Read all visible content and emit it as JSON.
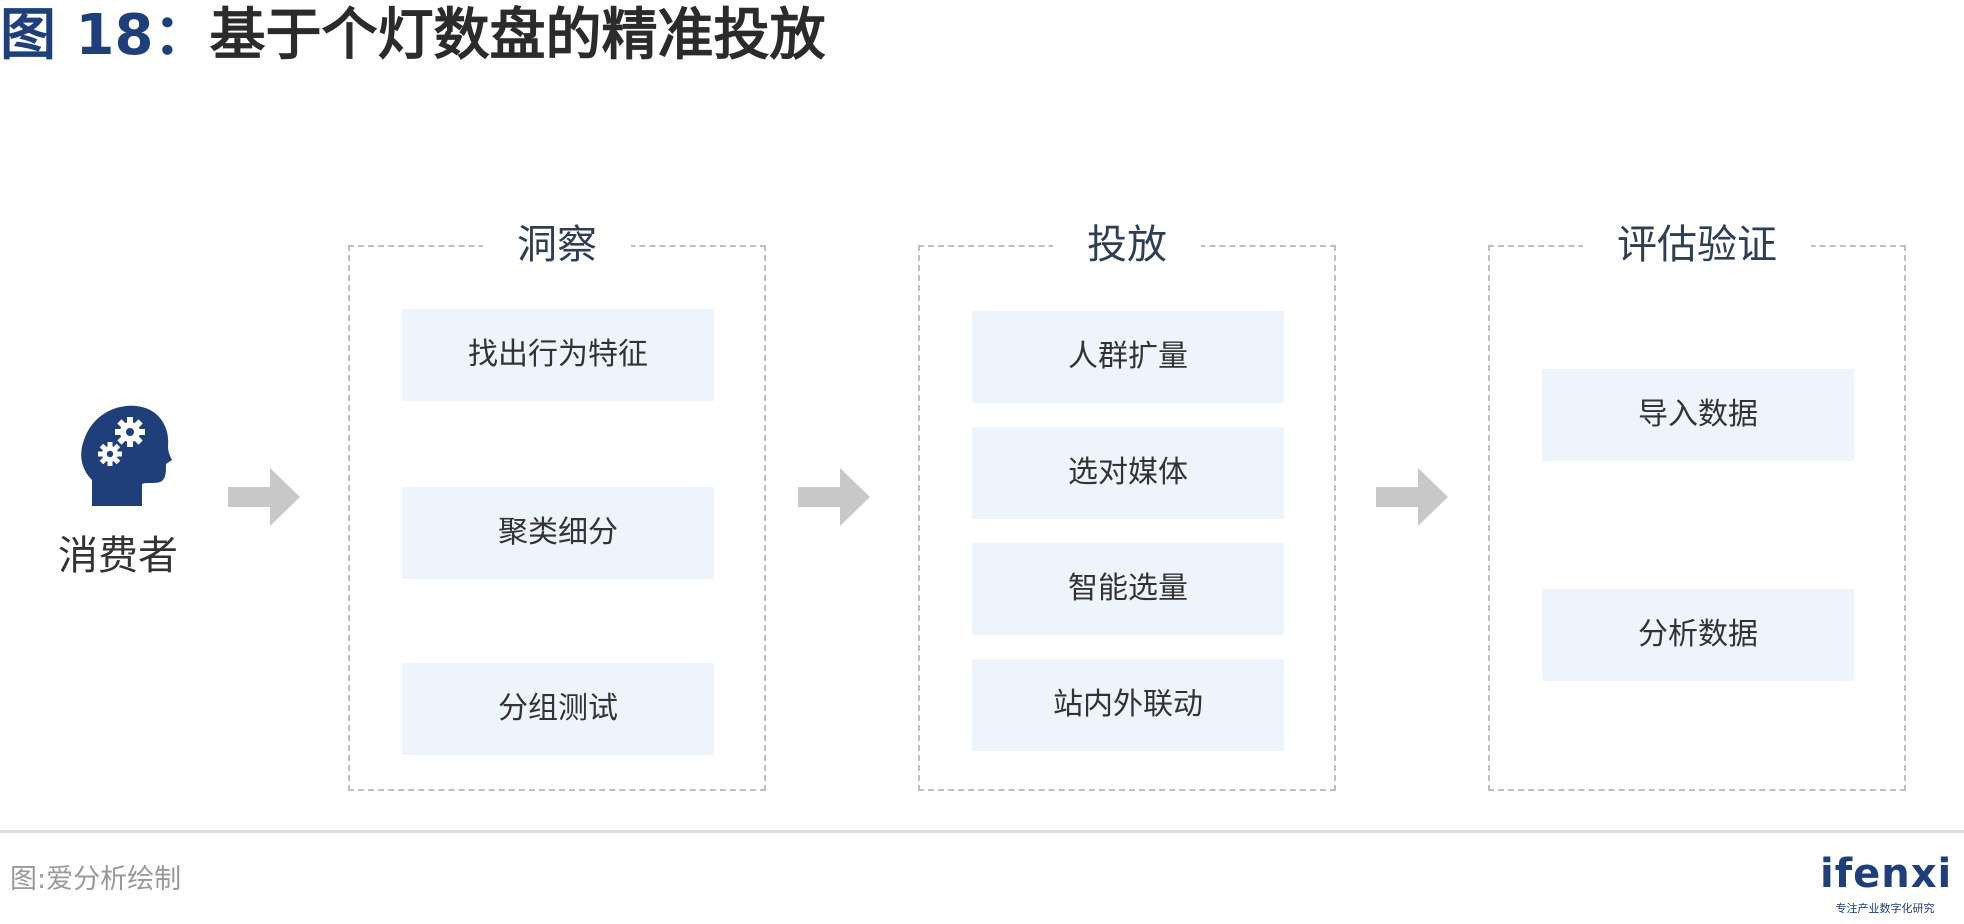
{
  "header": {
    "figure_number": "图 18：",
    "title": "基于个灯数盘的精准投放"
  },
  "consumer": {
    "label": "消费者",
    "icon": "head-gears-icon"
  },
  "stages": [
    {
      "title": "洞察",
      "items": [
        "找出行为特征",
        "聚类细分",
        "分组测试"
      ]
    },
    {
      "title": "投放",
      "items": [
        "人群扩量",
        "选对媒体",
        "智能选量",
        "站内外联动"
      ]
    },
    {
      "title": "评估验证",
      "items": [
        "导入数据",
        "分析数据"
      ]
    }
  ],
  "footer": {
    "source": "图:爱分析绘制",
    "logo_text": "ifenxi",
    "logo_tagline": "专注产业数字化研究"
  },
  "colors": {
    "accent": "#1e3f7a",
    "item_bg": "#eef4fc",
    "arrow": "#c8c8c8",
    "border": "#bfbfbf"
  }
}
